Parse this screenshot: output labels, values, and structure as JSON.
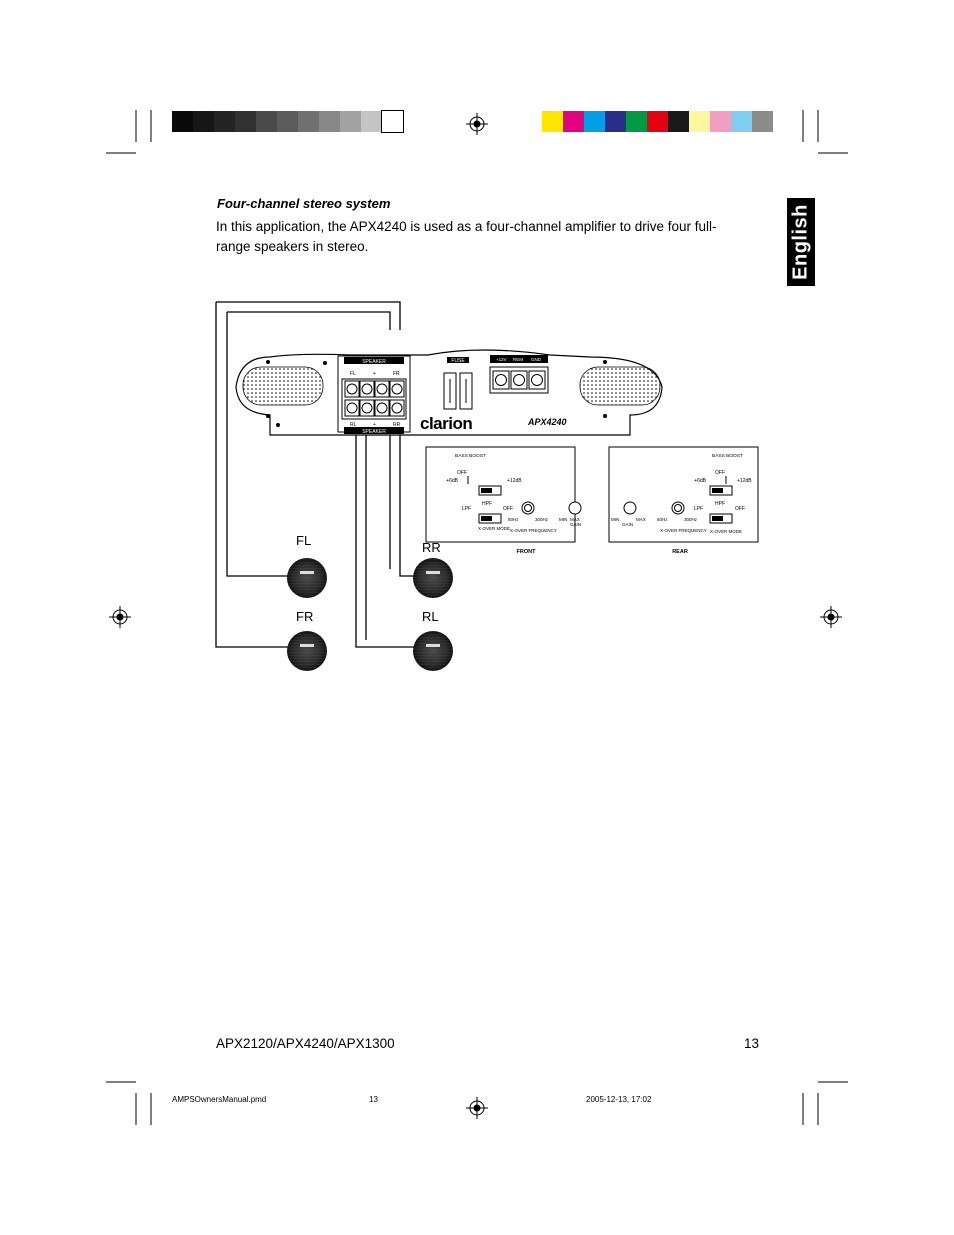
{
  "colors": {
    "gray_bar": [
      "#0a0a0a",
      "#161616",
      "#242424",
      "#323232",
      "#4a4a4a",
      "#5c5c5c",
      "#707070",
      "#888888",
      "#a2a2a2",
      "#c4c4c4",
      "#ffffff"
    ],
    "color_bar": [
      "#ffe500",
      "#e4007f",
      "#00a0e9",
      "#2b2c8c",
      "#009944",
      "#e60012",
      "#1a1a1a",
      "#fff799",
      "#f19ec2",
      "#7ecef4",
      "#8c8c8c"
    ]
  },
  "section": {
    "heading": "Four-channel stereo system",
    "intro": "In this application, the APX4240 is used as a four-channel amplifier to drive four full-range speakers in stereo."
  },
  "side_tab": {
    "label": "English"
  },
  "amplifier": {
    "brand": "clarion",
    "model": "APX4240",
    "top_terminal_label": "SPEAKER",
    "bottom_terminal_label": "SPEAKER",
    "top_channels": [
      "FL",
      "+",
      "FR"
    ],
    "bottom_channels": [
      "RL",
      "+",
      "RR"
    ],
    "fuse_label": "FUSE",
    "power_labels": [
      "+12V",
      "REM",
      "GND"
    ]
  },
  "speakers": {
    "fl": "FL",
    "fr": "FR",
    "rr": "RR",
    "rl": "RL"
  },
  "front_panel": {
    "title": "FRONT",
    "bass_boost": "BASS BOOST",
    "off": "OFF",
    "plus6": "+6dB",
    "plus12": "+12dB",
    "lpf": "LPF",
    "hpf": "HPF",
    "xover_off": "OFF",
    "xover_mode": "X-OVER MODE",
    "freq_min": "50Hz",
    "freq_max": "300Hz",
    "xover_freq": "X-OVER FREQUENCY",
    "gain_min": "MIN",
    "gain_max": "MAX",
    "gain": "GAIN"
  },
  "rear_panel": {
    "title": "REAR",
    "bass_boost": "BASS BOOST",
    "off": "OFF",
    "plus6": "+6dB",
    "plus12": "+12dB",
    "lpf": "LPF",
    "hpf": "HPF",
    "xover_off": "OFF",
    "xover_mode": "X-OVER MODE",
    "freq_min": "50Hz",
    "freq_max": "300Hz",
    "xover_freq": "X-OVER FREQUENCY",
    "gain_min": "MIN",
    "gain_max": "MAX",
    "gain": "GAIN"
  },
  "footer": {
    "models": "APX2120/APX4240/APX1300",
    "page": "13"
  },
  "slug": {
    "file": "AMPSOwnersManual.pmd",
    "page": "13",
    "date": "2005-12-13, 17:02"
  }
}
